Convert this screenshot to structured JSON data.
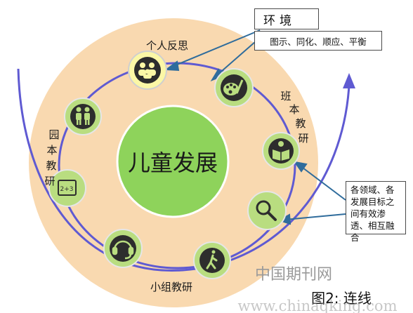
{
  "center_label": "儿童发展",
  "labels": {
    "personal": "个人反思",
    "class": "班本教研",
    "garden": "园本教研",
    "group": "小组教研"
  },
  "environment": {
    "title": "环境",
    "detail": "图示、同化、顺应、平衡"
  },
  "goal_note": "各领域、各发展目标之间有效渗透、相互融合",
  "watermark": "中国期刊网",
  "caption": "图2: 连线",
  "url_watermark": "www.chinaqking.com",
  "colors": {
    "ring_fill": "#f9d9b0",
    "center_fill": "#8ed35b",
    "orbit": "#5f5ad2",
    "icon_fill": "#b9dd80",
    "icon_highlight": "#fbf7a6",
    "arrow": "#2f6c9c"
  },
  "nodes": [
    {
      "name": "people-icon"
    },
    {
      "name": "palette-icon"
    },
    {
      "name": "reading-icon"
    },
    {
      "name": "magnifier-icon"
    },
    {
      "name": "runner-icon"
    },
    {
      "name": "headset-icon"
    },
    {
      "name": "math-board-icon"
    },
    {
      "name": "children-icon"
    }
  ]
}
